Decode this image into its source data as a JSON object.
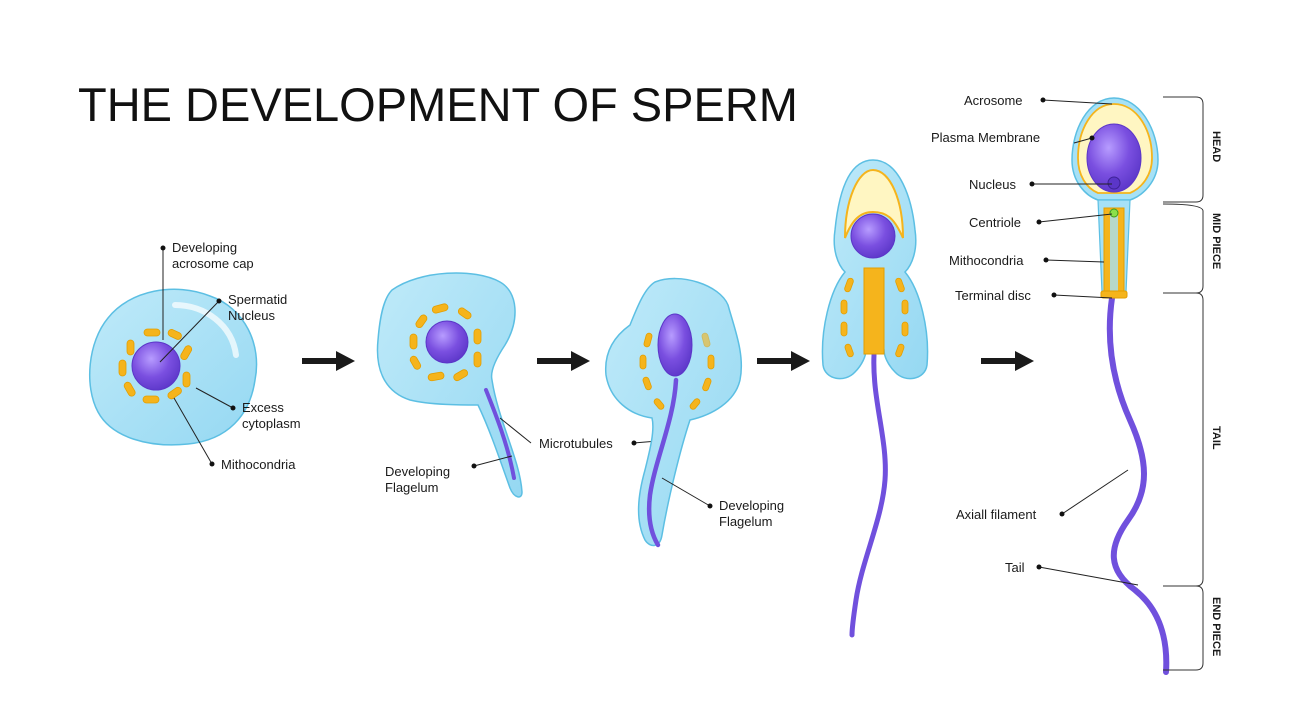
{
  "title": "THE DEVELOPMENT OF SPERM",
  "colors": {
    "cytoplasm": "#a6e1f6",
    "cytoplasm_stroke": "#5cbfe3",
    "nucleus": "#7a4fe0",
    "mitochondria": "#f5b41c",
    "flagellum": "#7050dd",
    "acrosome": "#fff6c2"
  },
  "stage1": {
    "acrosome_cap": [
      "Developing",
      "acrosome cap"
    ],
    "nucleus": [
      "Spermatid",
      "Nucleus"
    ],
    "cytoplasm": [
      "Excess",
      "cytoplasm"
    ],
    "mitochondria": "Mithocondria"
  },
  "stage2": {
    "flagellum": [
      "Developing",
      "Flagelum"
    ],
    "microtubules": "Microtubules"
  },
  "stage3": {
    "flagellum": [
      "Developing",
      "Flagelum"
    ]
  },
  "mature": {
    "acrosome": "Acrosome",
    "plasma_membrane": "Plasma Membrane",
    "nucleus": "Nucleus",
    "centriole": "Centriole",
    "mitochondria": "Mithocondria",
    "terminal_disc": "Terminal disc",
    "axial_filament": "Axiall filament",
    "tail": "Tail"
  },
  "sections": {
    "head": "HEAD",
    "mid_piece": "MID PIECE",
    "tail": "TAIL",
    "end_piece": "END PIECE"
  }
}
